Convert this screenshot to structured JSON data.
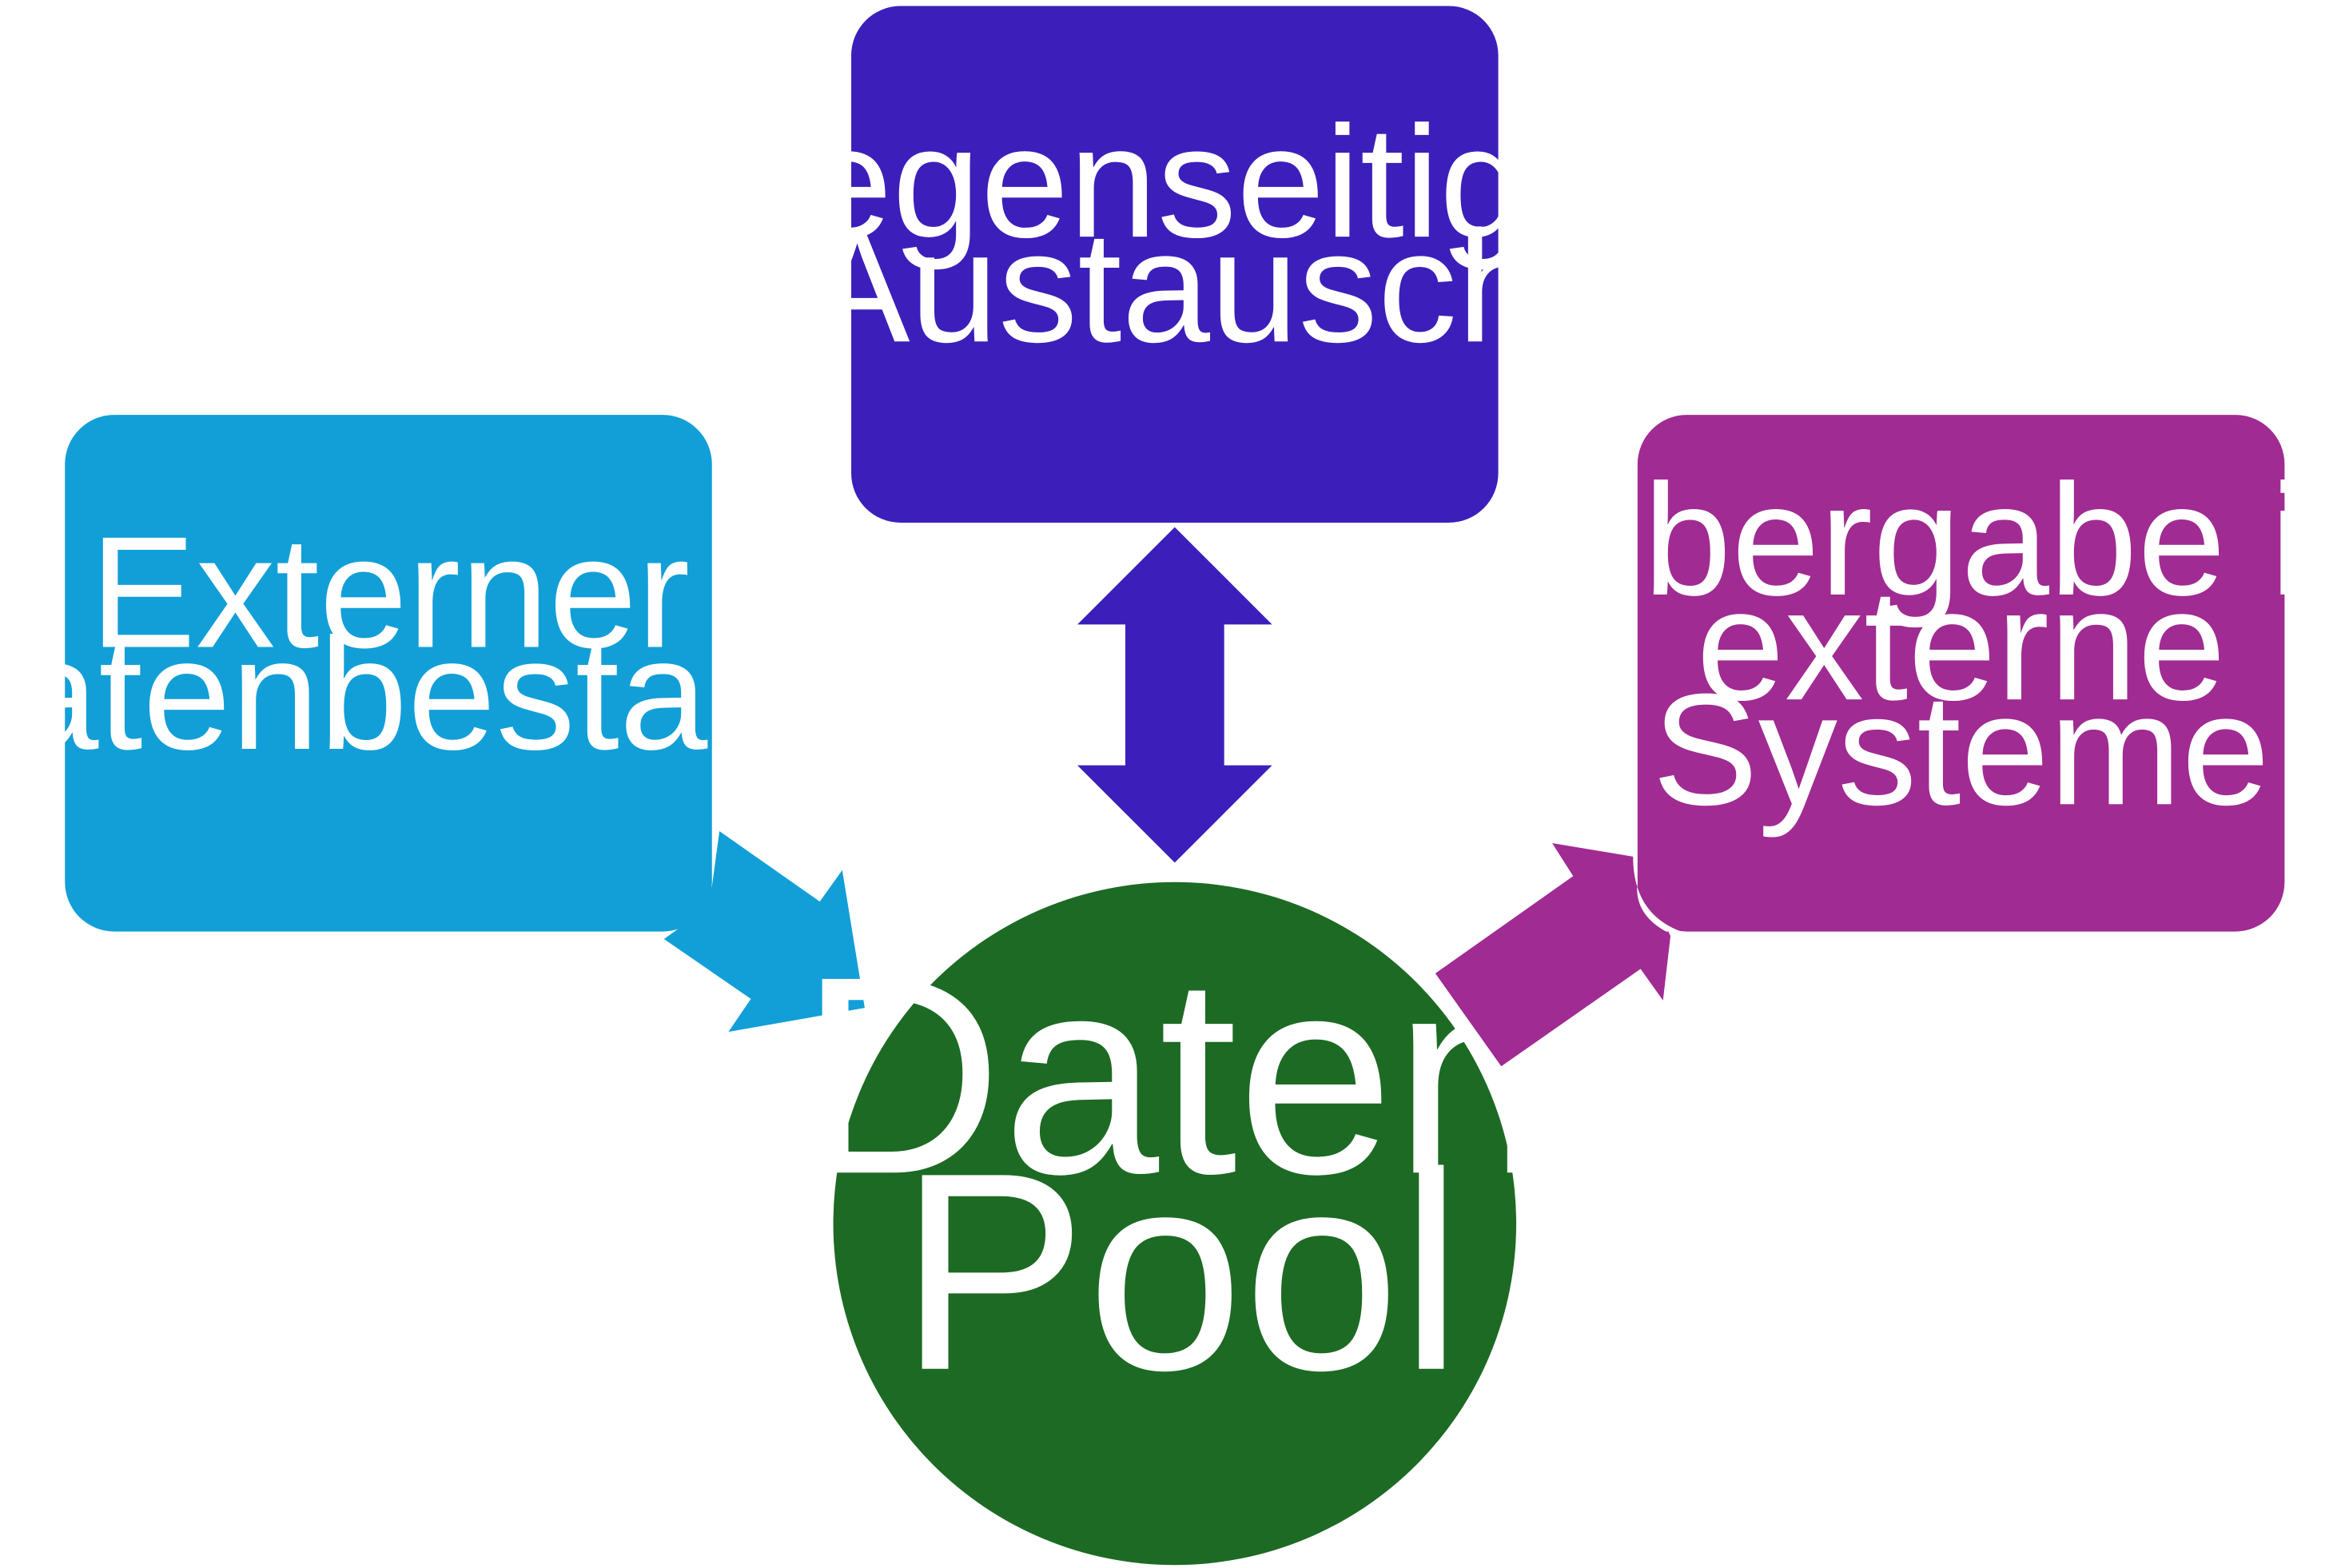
{
  "diagram": {
    "boxes": {
      "extern": {
        "lines": [
          "Externer",
          "Datenbestand"
        ],
        "color": "#129fd7"
      },
      "exchange": {
        "lines": [
          "Gegenseitiger",
          "Austausch"
        ],
        "color": "#3c1fba"
      },
      "transfer": {
        "lines": [
          "Übergabe in",
          "externe",
          "Systeme"
        ],
        "color": "#a02b92"
      }
    },
    "pool": {
      "lines": [
        "Daten",
        "Pool"
      ],
      "color": "#1d6a24"
    },
    "arrows": {
      "inbound": {
        "from": "extern",
        "to": "pool",
        "color": "#129fd7"
      },
      "bidirectional": {
        "between": [
          "exchange",
          "pool"
        ],
        "color": "#3c1fba"
      },
      "outbound": {
        "from": "pool",
        "to": "transfer",
        "color": "#a02b92"
      }
    }
  }
}
